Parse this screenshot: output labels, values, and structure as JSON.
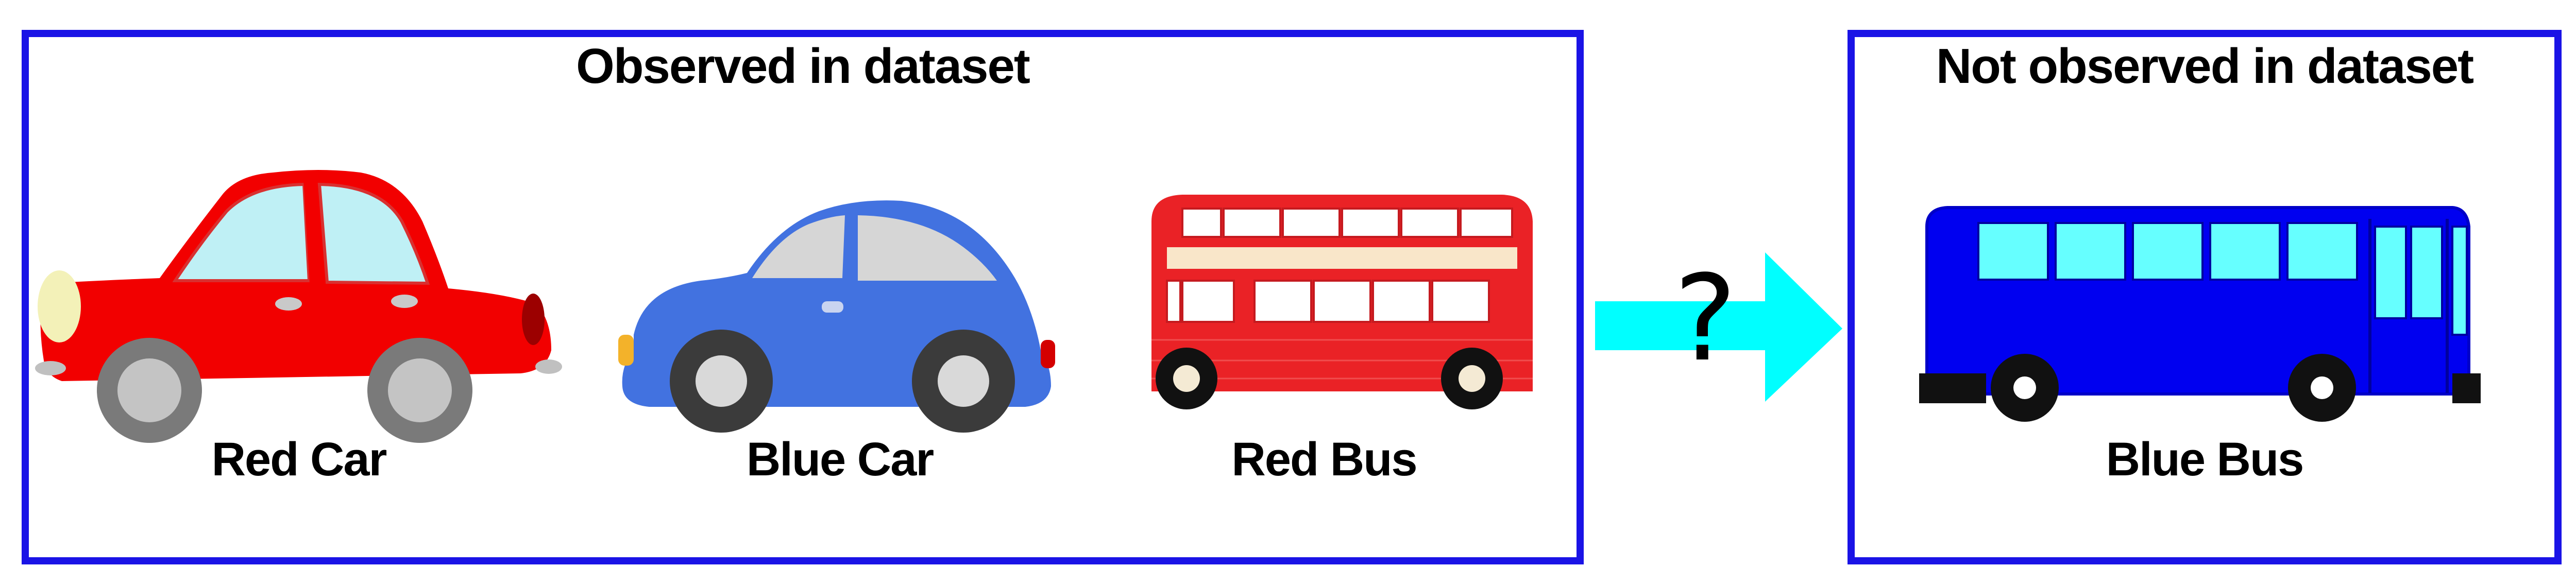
{
  "observed": {
    "title": "Observed in dataset",
    "items": [
      {
        "label": "Red Car",
        "icon": "red-car-icon",
        "color": "#f20000"
      },
      {
        "label": "Blue Car",
        "icon": "blue-car-icon",
        "color": "#4169e1"
      },
      {
        "label": "Red Bus",
        "icon": "red-bus-icon",
        "color": "#ea2226"
      }
    ]
  },
  "unobserved": {
    "title": "Not observed in dataset",
    "items": [
      {
        "label": "Blue Bus",
        "icon": "blue-bus-icon",
        "color": "#0000f0"
      }
    ]
  },
  "connector": {
    "symbol": "?",
    "icon": "right-arrow-icon",
    "color": "#00ffff"
  },
  "colors": {
    "border": "#1a13e6"
  }
}
